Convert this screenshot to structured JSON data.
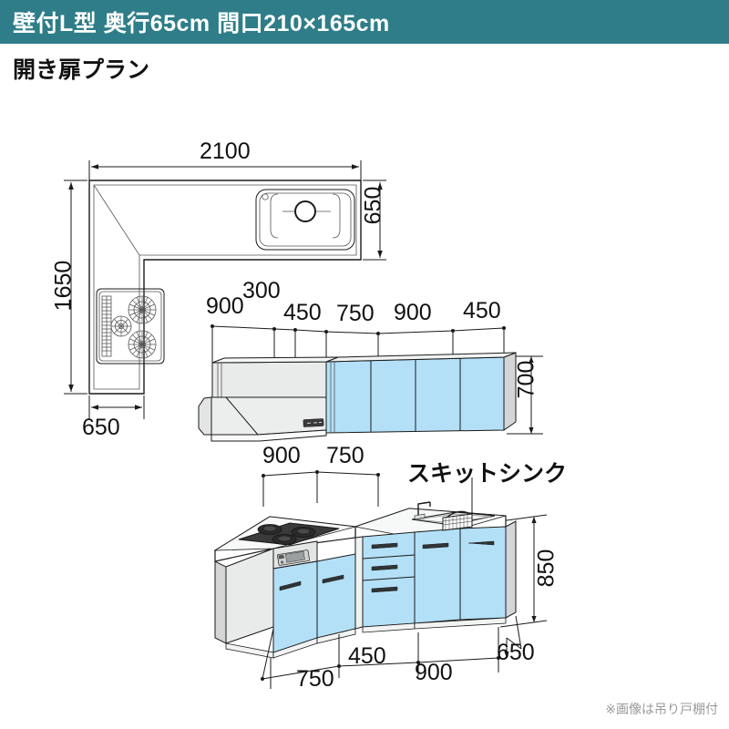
{
  "header": {
    "title": "壁付L型 奥行65cm 間口210×165cm",
    "bar_color": "#2e7d89",
    "text_color": "#ffffff"
  },
  "subtitle": "開き扉プラン",
  "footnote": "※画像は吊り戸棚付",
  "colors": {
    "door_blue": "#b3e0f7",
    "door_blue_edge": "#8ccbe8",
    "cabinet_grey": "#e9eaea",
    "cabinet_grey_dark": "#d3d5d6",
    "line": "#1a1a1a",
    "footnote_grey": "#9a9a9a"
  },
  "plan_view": {
    "name": "top-down-plan",
    "dimensions": {
      "width_top": "2100",
      "depth_right": "650",
      "height_left": "1650",
      "depth_bottom": "650"
    },
    "features": [
      "sink",
      "cooktop",
      "corner-miter"
    ]
  },
  "upper_cabinets": {
    "name": "wall-cabinet-elevation",
    "top_dimensions": [
      "900",
      "300",
      "450",
      "750",
      "900",
      "450"
    ],
    "height_dimension": "700",
    "parts": [
      "range-hood",
      "hood-control-panel",
      "blue-doors"
    ]
  },
  "lower_cabinets": {
    "name": "base-cabinet-elevation",
    "top_dimensions": [
      "900",
      "750"
    ],
    "bottom_dimensions": [
      "750",
      "450",
      "900",
      "650"
    ],
    "height_dimension": "850",
    "callout": "スキットシンク",
    "parts": [
      "cooktop",
      "oven-unit",
      "drawer-stack",
      "sink",
      "faucet",
      "sink-basket",
      "blue-doors"
    ]
  }
}
